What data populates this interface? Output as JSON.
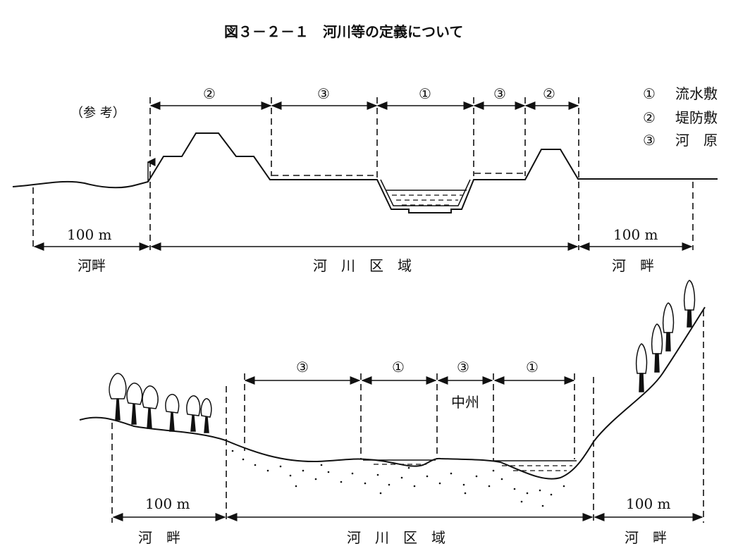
{
  "title": "図３－２－１　河川等の定義について",
  "top": {
    "reference_label": "（参 考）",
    "legend": [
      {
        "num": "①",
        "label": "流水敷"
      },
      {
        "num": "②",
        "label": "堤防敷"
      },
      {
        "num": "③",
        "label": "河　原"
      }
    ],
    "zone_markers": [
      "②",
      "③",
      "①",
      "③",
      "②"
    ],
    "dist_left": "100 m",
    "dist_right": "100 m",
    "label_left": "河畔",
    "label_center": "河　川　区　域",
    "label_right": "河　畔"
  },
  "bottom": {
    "zone_markers": [
      "③",
      "①",
      "③",
      "①"
    ],
    "sandbar_label": "中州",
    "dist_left": "100 m",
    "dist_right": "100 m",
    "label_left": "河　畔",
    "label_center": "河　川　区　域",
    "label_right": "河　畔"
  }
}
